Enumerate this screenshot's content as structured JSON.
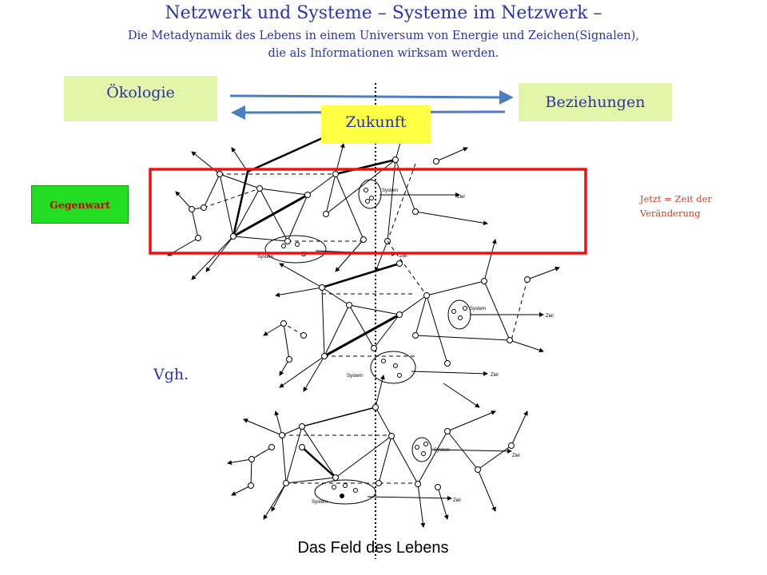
{
  "title": "Netzwerk und  Systeme – Systeme im Netzwerk –",
  "subtitle_line1": "Die Metadynamik des Lebens in einem Universum von Energie und  Zeichen(Signalen),",
  "subtitle_line2": "die als Informationen wirksam werden.",
  "boxes": {
    "oekologie": "Ökologie",
    "beziehungen": "Beziehungen",
    "zukunft": "Zukunft",
    "gegenwart": "Gegenwart"
  },
  "jetzt_line1": "Jetzt = Zeit der",
  "jetzt_line2": "Veränderung",
  "vgh": "Vgh.",
  "footer": "Das Feld des Lebens",
  "node_labels": {
    "system": "System",
    "ziel": "Ziel"
  },
  "colors": {
    "title": "#2a35a8",
    "highlight_frame": "#ee1111",
    "arrows": "#4a7fc0",
    "box_green_light": "#e3f5a8",
    "box_yellow": "#ffff44",
    "box_green": "#22dd22",
    "gegenwart_text": "#cc0000",
    "jetzt_text": "#d04020"
  }
}
